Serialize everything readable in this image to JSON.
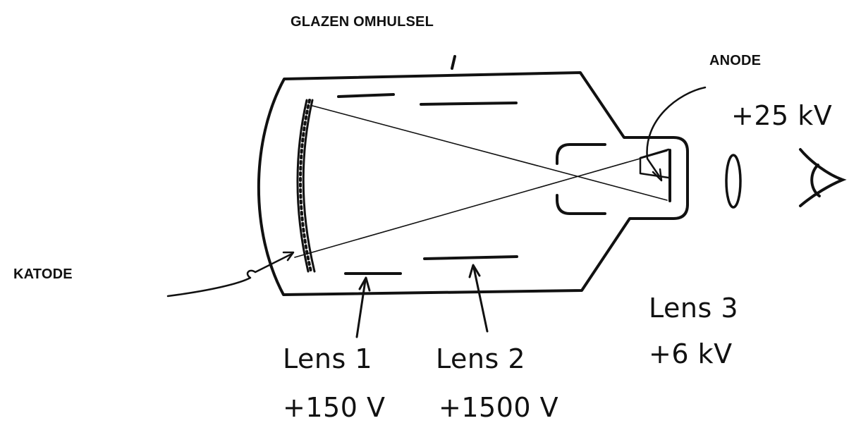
{
  "labels": {
    "glass_envelope": "GLAZEN OMHULSEL",
    "anode": "ANODE",
    "anode_voltage": "+25 kV",
    "cathode": "KATODE",
    "lens1_name": "Lens 1",
    "lens1_voltage": "+150 V",
    "lens2_name": "Lens 2",
    "lens2_voltage": "+1500 V",
    "lens3_name": "Lens 3",
    "lens3_voltage": "+6 kV"
  },
  "colors": {
    "ink": "#111111",
    "background": "#ffffff"
  },
  "icons": {
    "eye": "eye-icon",
    "lens": "lens-icon"
  }
}
